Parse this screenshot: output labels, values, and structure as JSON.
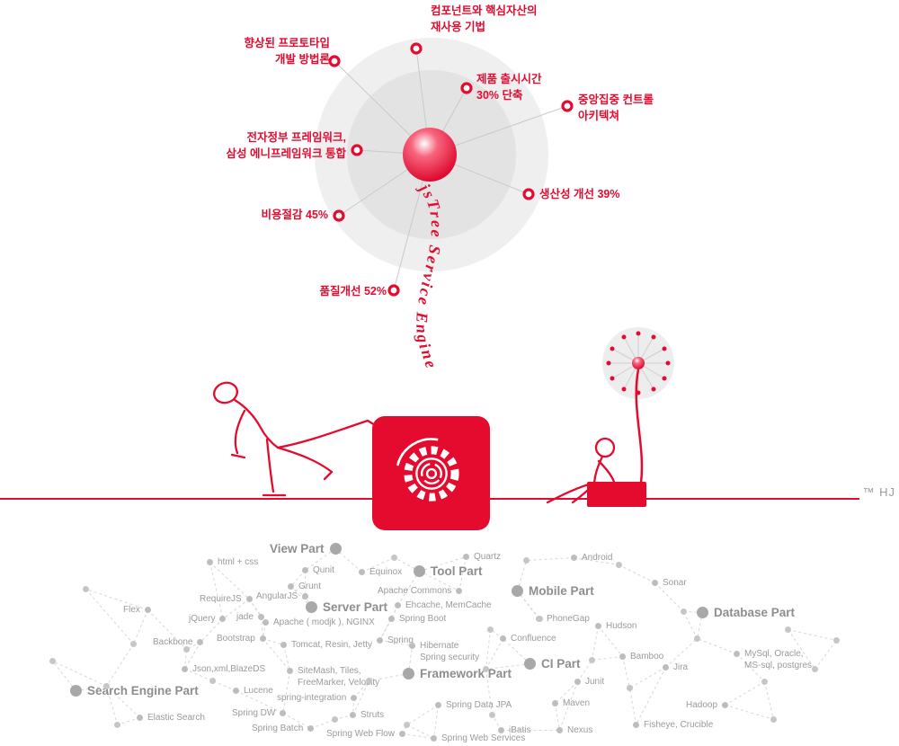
{
  "colors": {
    "accent": "#e40b2f",
    "label_gray": "#9a9a9a",
    "mesh_gray": "#d6d6d6"
  },
  "radial": {
    "nodes": [
      {
        "label": "컴포넌트와 핵심자산의\n재사용 기법"
      },
      {
        "label": "향상된 프로토타입\n개발 방법론"
      },
      {
        "label": "제품 출시시간\n30% 단축"
      },
      {
        "label": "중앙집중 컨트롤\n아키텍쳐"
      },
      {
        "label": "전자정부 프레임워크,\n삼성 에니프레임워크 통합"
      },
      {
        "label": "생산성 개선 39%"
      },
      {
        "label": "비용절감 45%"
      },
      {
        "label": "품질개선 52%"
      }
    ]
  },
  "engine": {
    "curved_label": "jsTree Service Engine"
  },
  "watermark": "™ HJ",
  "network": {
    "parts": [
      {
        "label": "View Part"
      },
      {
        "label": "Tool Part"
      },
      {
        "label": "Mobile Part"
      },
      {
        "label": "Server Part"
      },
      {
        "label": "Database Part"
      },
      {
        "label": "CI Part"
      },
      {
        "label": "Framework Part"
      },
      {
        "label": "Search Engine Part"
      }
    ],
    "items": [
      {
        "label": "html + css"
      },
      {
        "label": "Qunit"
      },
      {
        "label": "Equinox"
      },
      {
        "label": "Quartz"
      },
      {
        "label": "Android"
      },
      {
        "label": "Grunt"
      },
      {
        "label": "Apache Commons"
      },
      {
        "label": "Sonar"
      },
      {
        "label": "RequireJS"
      },
      {
        "label": "AngularJS"
      },
      {
        "label": "Ehcache, MemCache"
      },
      {
        "label": "Flex"
      },
      {
        "label": "jQuery"
      },
      {
        "label": "jade"
      },
      {
        "label": "Apache ( modjk ), NGINX"
      },
      {
        "label": "Spring Boot"
      },
      {
        "label": "PhoneGap"
      },
      {
        "label": "Hudson"
      },
      {
        "label": "Backbone"
      },
      {
        "label": "Bootstrap"
      },
      {
        "label": "Tomcat, Resin, Jetty"
      },
      {
        "label": "Spring"
      },
      {
        "label": "Hibernate\nSpring security"
      },
      {
        "label": "Confluence"
      },
      {
        "label": "Bamboo"
      },
      {
        "label": "MySql, Oracle,\nMS-sql, postgres"
      },
      {
        "label": "Json,xml,BlazeDS"
      },
      {
        "label": "SiteMash, Tiles,\nFreeMarker, Velocity"
      },
      {
        "label": "Jira"
      },
      {
        "label": "Lucene"
      },
      {
        "label": "Junit"
      },
      {
        "label": "spring-integration"
      },
      {
        "label": "Spring Data JPA"
      },
      {
        "label": "Maven"
      },
      {
        "label": "Hadoop"
      },
      {
        "label": "Elastic Search"
      },
      {
        "label": "Spring DW"
      },
      {
        "label": "Struts"
      },
      {
        "label": "Spring Batch"
      },
      {
        "label": "iBatis"
      },
      {
        "label": "Nexus"
      },
      {
        "label": "Fisheye, Crucible"
      },
      {
        "label": "Spring Web Flow"
      },
      {
        "label": "Spring Web Services"
      }
    ]
  }
}
